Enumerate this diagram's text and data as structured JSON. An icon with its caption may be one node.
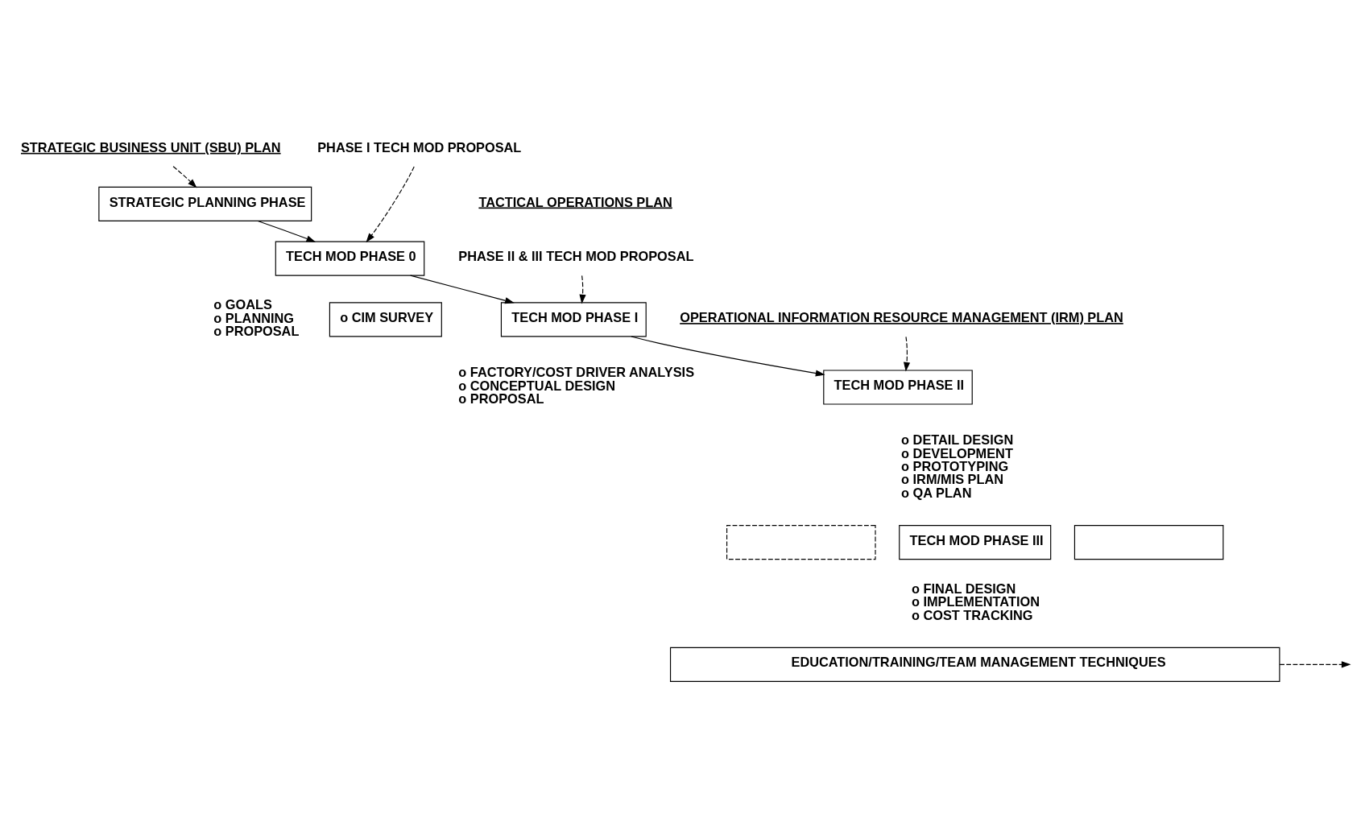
{
  "diagram": {
    "nodes": [
      {
        "text": [
          "STRATEGIC BUSINESS UNIT (SBU) PLAN"
        ]
      },
      {
        "text": [
          "STRATEGIC PLANNING PHASE"
        ]
      },
      {
        "text": [
          "PHASE I TECH MOD PROPOSAL"
        ]
      },
      {
        "text": [
          "TECH MOD PHASE 0"
        ],
        "beside": [
          "o GOALS",
          "o PLANNING",
          "o PROPOSAL"
        ]
      },
      {
        "text": [
          "o CIM SURVEY"
        ]
      },
      {
        "text": [
          "PHASE II & III TECH MOD PROPOSAL"
        ]
      },
      {
        "text": [
          "TECH MOD PHASE I"
        ],
        "beside": [
          "o FACTORY/COST DRIVER ANALYSIS",
          "o CONCEPTUAL DESIGN",
          "o PROPOSAL"
        ]
      },
      {
        "text": [
          "OPERATIONAL INFORMATION RESOURCE MANAGEMENT (IRM) PLAN"
        ]
      },
      {
        "text": [
          "TECH MOD PHASE II"
        ],
        "beside": [
          "o DETAIL DESIGN",
          "o DEVELOPMENT",
          "o PROTOTYPING",
          "o IRM/MIS PLAN",
          "o QA PLAN"
        ]
      },
      {
        "text": [],
        "shape": "box"
      },
      {
        "text": [
          "TECH MOD PHASE III"
        ],
        "beside": [
          "o FINAL DESIGN",
          "o IMPLEMENTATION",
          "o COST TRACKING"
        ]
      },
      {
        "text": [],
        "shape": "box"
      },
      {
        "text": [
          "EDUCATION/TRAINING/TEAM MANAGEMENT TECHNIQUES"
        ]
      }
    ],
    "edges": [
      {
        "from": 0,
        "to": 1,
        "arrow": "to",
        "style": "dashed"
      },
      {
        "from": 1,
        "to": 3,
        "arrow": "to"
      },
      {
        "from": 2,
        "to": 3,
        "arrow": "to",
        "style": "dashed"
      },
      {
        "from": 3,
        "to": 6,
        "arrow": "to"
      },
      {
        "from": 5,
        "to": 6,
        "arrow": "to",
        "style": "dashed"
      },
      {
        "from": 6,
        "to": 8,
        "arrow": "to"
      },
      {
        "from": 7,
        "to": 8,
        "arrow": "to",
        "style": "dashed"
      },
      {
        "from": 12,
        "to": null,
        "arrow": "to",
        "style": "dashed"
      }
    ],
    "labels": [
      "TACTICAL OPERATIONS PLAN"
    ]
  }
}
